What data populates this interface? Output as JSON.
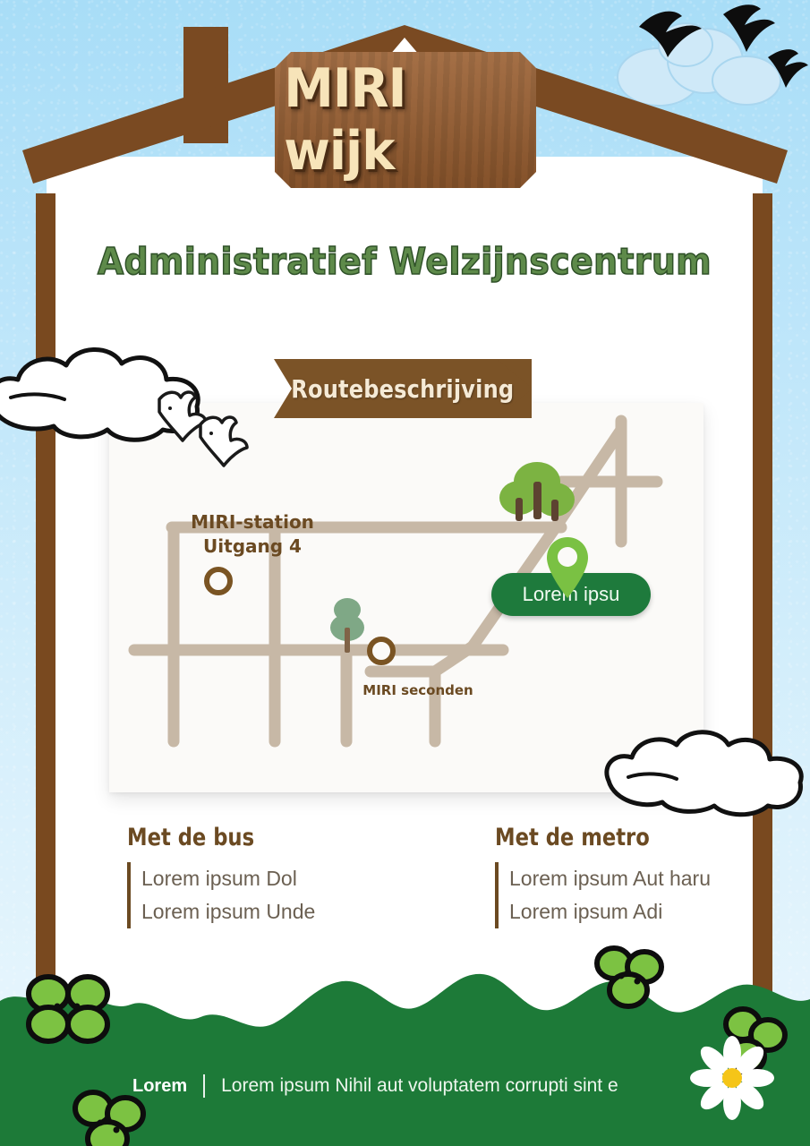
{
  "sign": {
    "label": "MIRI wijk"
  },
  "header": {
    "title": "Administratief Welzijnscentrum"
  },
  "ribbon": {
    "label": "Routebeschrijving"
  },
  "map": {
    "station_label_line1": "MIRI-station",
    "station_label_line2": "Uitgang 4",
    "second_label": "MIRI seconden",
    "pin_label": "Lorem ipsu",
    "road_color": "#c7b8a6",
    "marker_ring_color": "#7a5423",
    "pin_color": "#7ac143",
    "pill_color": "#1e7a3c",
    "panel_color": "#fbfaf8"
  },
  "transport": {
    "columns": [
      {
        "heading": "Met de bus",
        "items": [
          "Lorem ipsum Dol",
          "Lorem ipsum Unde"
        ]
      },
      {
        "heading": "Met de metro",
        "items": [
          "Lorem ipsum Aut haru",
          "Lorem ipsum Adi"
        ]
      }
    ]
  },
  "footer": {
    "brand": "Lorem",
    "text": "Lorem ipsum Nihil aut voluptatem corrupti sint e"
  },
  "theme": {
    "sky": "#bfe6fa",
    "roof_brown": "#7a4a22",
    "sign_brown": "#91592d",
    "title_green": "#5e8a4a",
    "grass_green": "#1d7a38",
    "bush_green": "#7cc242"
  },
  "decor": {
    "birds_sky": "bird-icon",
    "birds_cloud": "bird-icon",
    "clouds": "cloud-icon",
    "trees_cluster": "tree-icon",
    "tree_single": "tree-icon",
    "bushes": "bush-icon",
    "daisy": "flower-icon"
  }
}
